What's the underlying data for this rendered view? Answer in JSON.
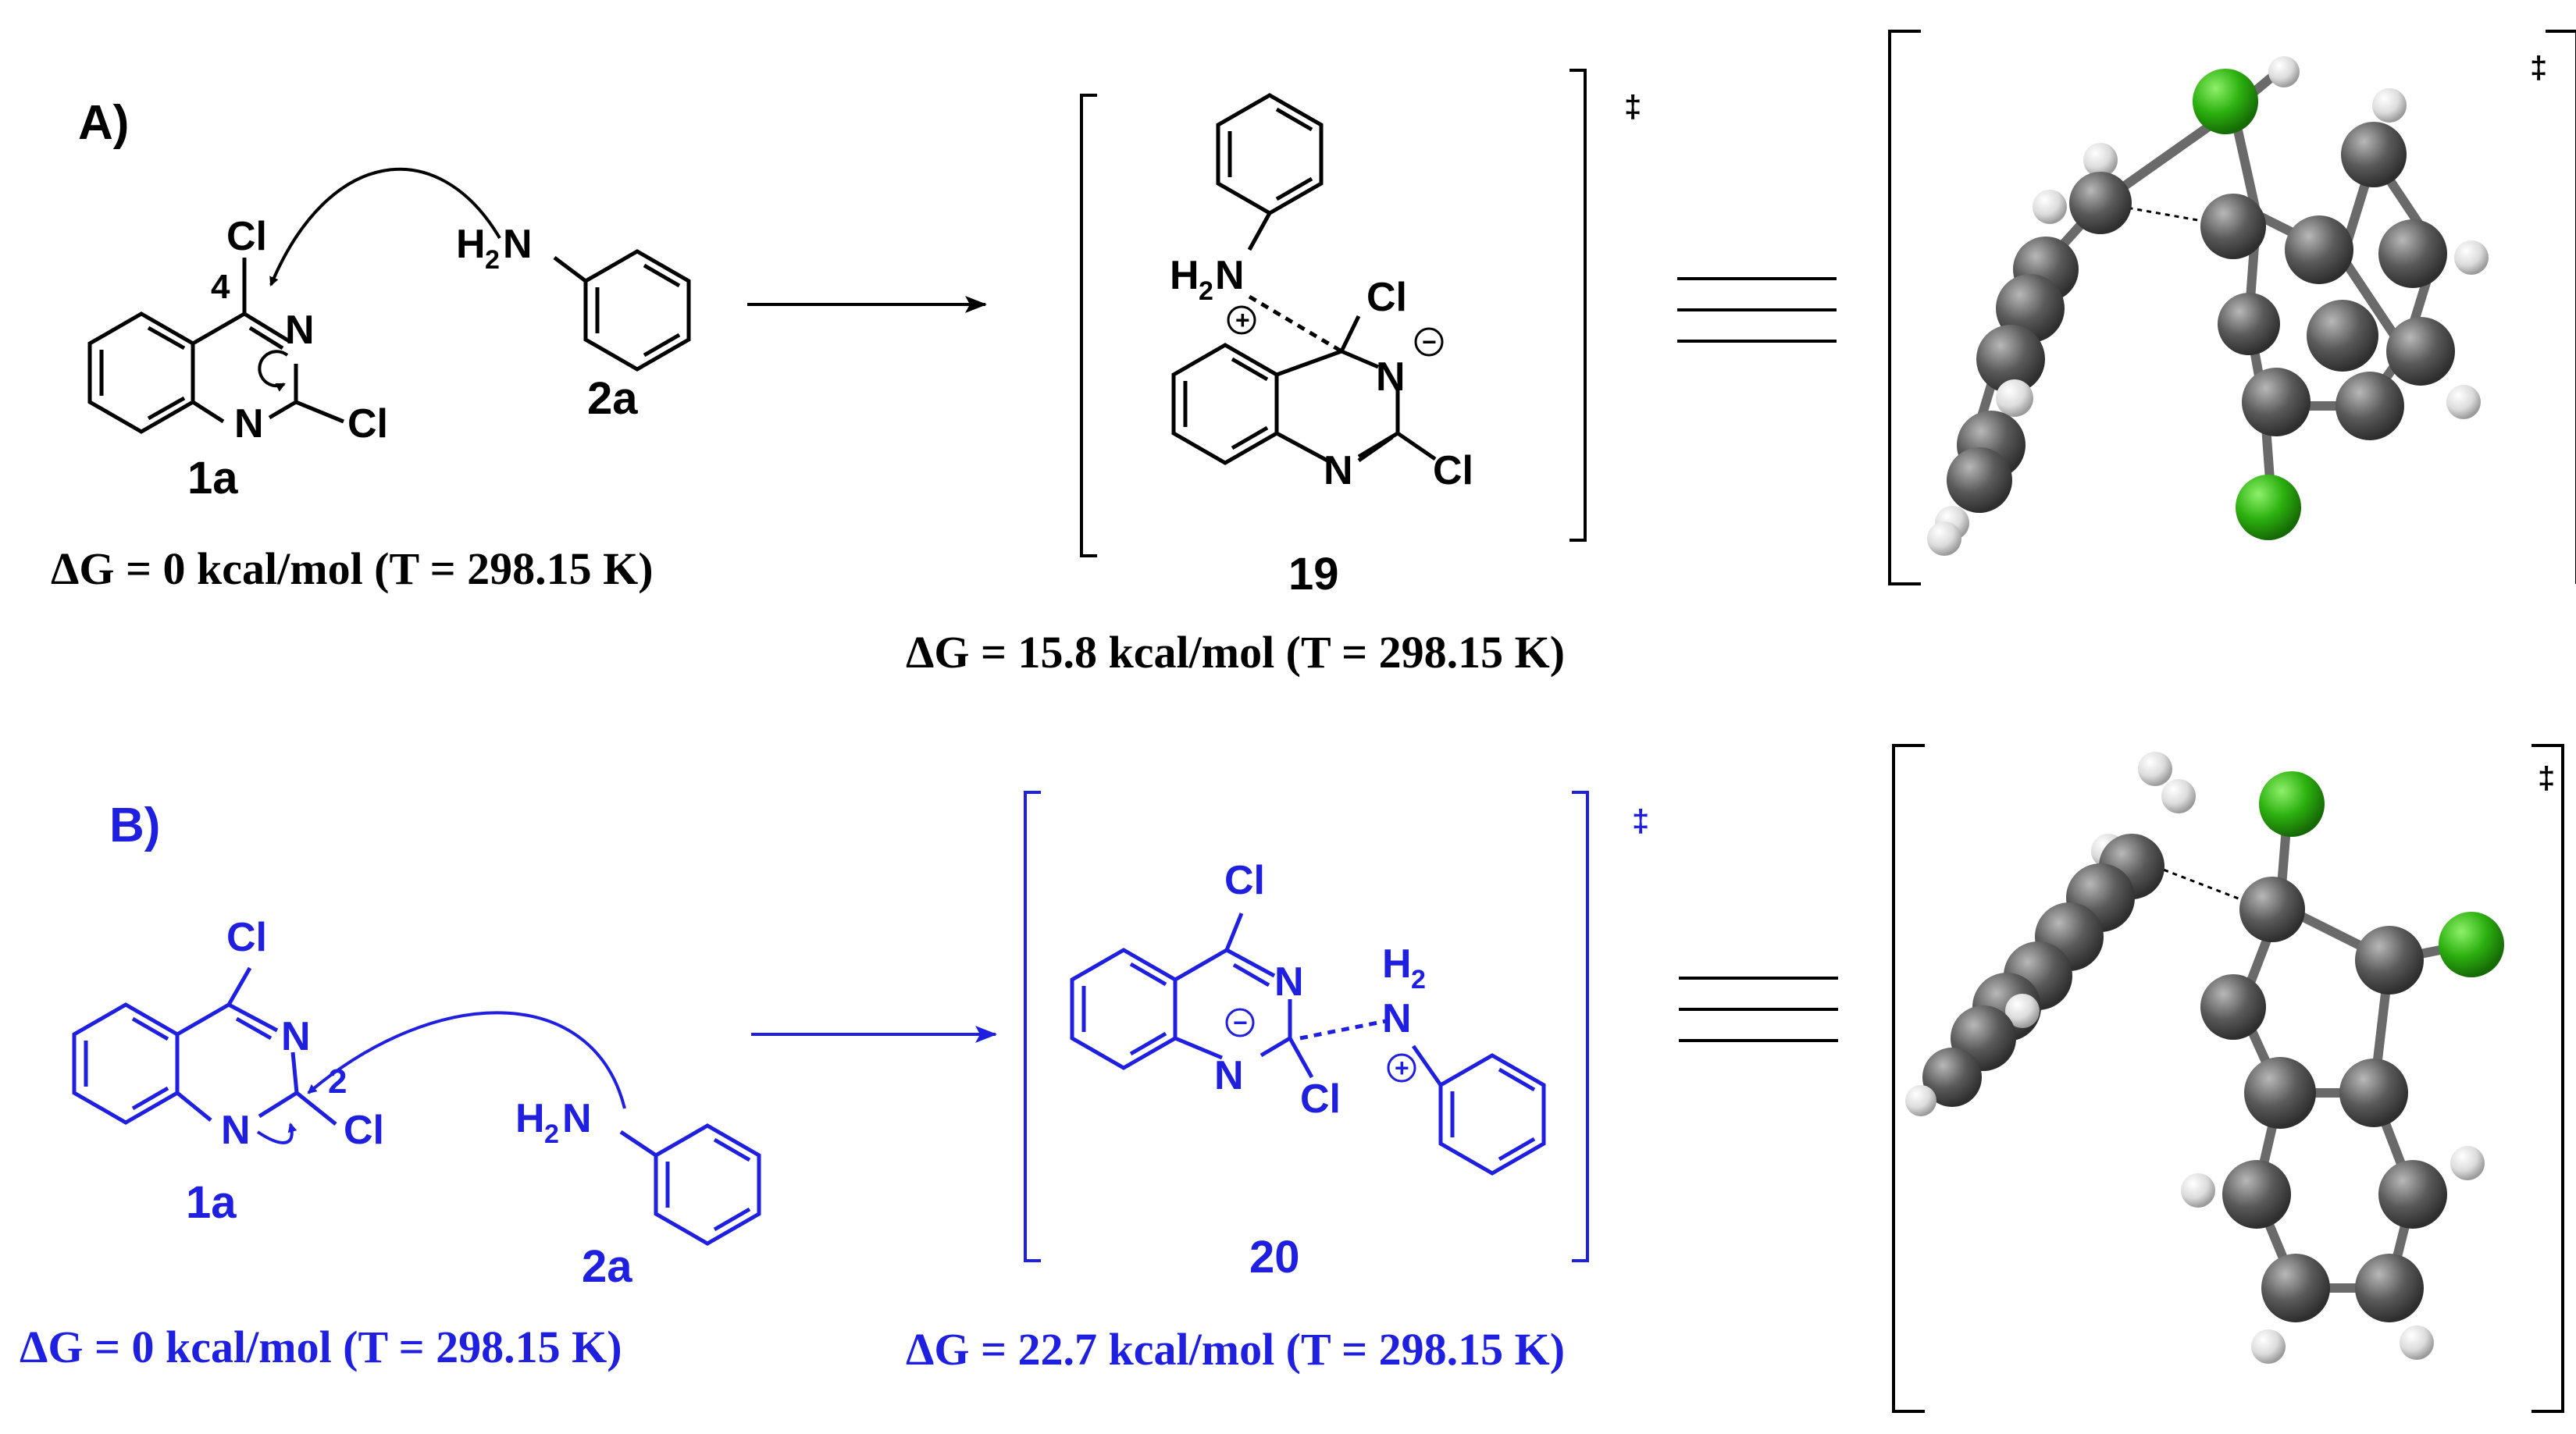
{
  "panel_a": {
    "label": "A)",
    "reactant1": {
      "id": "1a",
      "atoms": {
        "cl_top": "Cl",
        "cl_2": "Cl",
        "n3": "N",
        "n1": "N",
        "pos4": "4"
      }
    },
    "reactant2": {
      "id": "2a",
      "amine": "H",
      "amine_sub": "2",
      "amine_n": "N"
    },
    "reactant_energy": "ΔG = 0 kcal/mol (T = 298.15 K)",
    "ts": {
      "id": "19",
      "dagger": "‡",
      "amine": "H",
      "amine_sub": "2",
      "amine_n": "N",
      "cl_top": "Cl",
      "cl_2": "Cl",
      "n3": "N",
      "n1": "N",
      "plus": "+",
      "minus": "−"
    },
    "ts_energy": "ΔG = 15.8 kcal/mol (T = 298.15 K)",
    "model_dagger": "‡"
  },
  "panel_b": {
    "label": "B)",
    "reactant1": {
      "id": "1a",
      "atoms": {
        "cl_top": "Cl",
        "cl_2": "Cl",
        "n3": "N",
        "n1": "N",
        "pos2": "2"
      }
    },
    "reactant2": {
      "id": "2a",
      "amine": "H",
      "amine_sub": "2",
      "amine_n": "N"
    },
    "reactant_energy": "ΔG = 0 kcal/mol (T = 298.15 K)",
    "ts": {
      "id": "20",
      "dagger": "‡",
      "amine_h": "H",
      "amine_sub": "2",
      "amine_n": "N",
      "cl_top": "Cl",
      "cl_2": "Cl",
      "n3": "N",
      "n1": "N",
      "plus": "+",
      "minus": "−"
    },
    "ts_energy": "ΔG = 22.7 kcal/mol (T = 298.15 K)",
    "model_dagger": "‡"
  },
  "colors": {
    "panel_a": "#000000",
    "panel_b": "#1f1fe0",
    "carbon": "#555555",
    "chlorine": "#22aa11",
    "hydrogen": "#e6e6e6"
  }
}
